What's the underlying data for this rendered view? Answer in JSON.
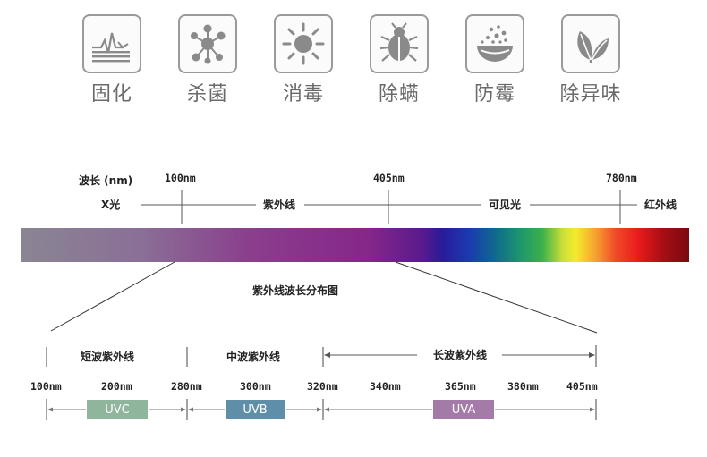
{
  "features": [
    {
      "label": "固化",
      "icon": "waveform-icon"
    },
    {
      "label": "杀菌",
      "icon": "molecule-icon"
    },
    {
      "label": "消毒",
      "icon": "sun-icon"
    },
    {
      "label": "除螨",
      "icon": "beetle-icon"
    },
    {
      "label": "防霉",
      "icon": "bowl-spores-icon"
    },
    {
      "label": "除异味",
      "icon": "leaf-icon"
    }
  ],
  "spectrum": {
    "axis_label": "波长 (nm)",
    "ticks": [
      "100nm",
      "405nm",
      "780nm"
    ],
    "regions": [
      "X光",
      "紫外线",
      "可见光",
      "红外线"
    ],
    "caption": "紫外线波长分布图"
  },
  "uv_detail": {
    "groups": [
      "短波紫外线",
      "中波紫外线",
      "长波紫外线"
    ],
    "wavelengths": [
      "100nm",
      "200nm",
      "280nm",
      "300nm",
      "320nm",
      "340nm",
      "365nm",
      "380nm",
      "405nm"
    ],
    "bands": [
      {
        "label": "UVC",
        "color": "#8fb59d"
      },
      {
        "label": "UVB",
        "color": "#5f8ea8"
      },
      {
        "label": "UVA",
        "color": "#a47aa8"
      }
    ]
  },
  "colors": {
    "icon_gray": "#8a8a8a",
    "label_gray": "#6a6a6a",
    "line_gray": "#555555"
  }
}
